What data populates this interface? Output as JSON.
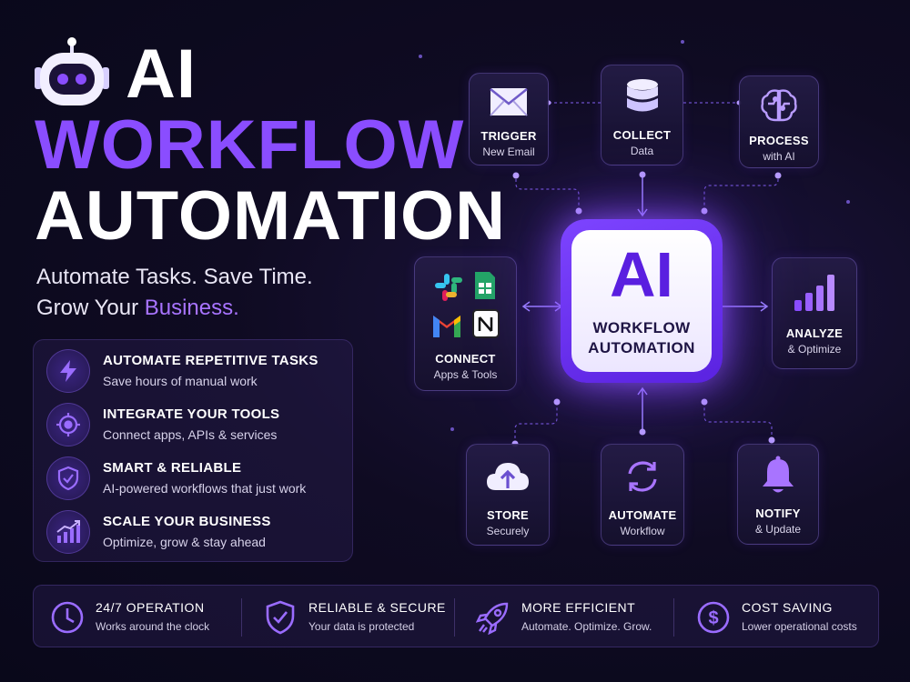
{
  "hero": {
    "title_line1": "AI",
    "title_line2": "WORKFLOW",
    "title_line3": "AUTOMATION",
    "tagline_part1": "Automate Tasks. Save Time.",
    "tagline_part2": "Grow Your ",
    "tagline_accent": "Business."
  },
  "features": [
    {
      "icon": "lightning-icon",
      "title": "AUTOMATE REPETITIVE TASKS",
      "subtitle": "Save hours of manual work"
    },
    {
      "icon": "target-icon",
      "title": "INTEGRATE YOUR TOOLS",
      "subtitle": "Connect apps, APIs & services"
    },
    {
      "icon": "shield-check-icon",
      "title": "SMART & RELIABLE",
      "subtitle": "AI-powered workflows that just work"
    },
    {
      "icon": "growth-chart-icon",
      "title": "SCALE YOUR BUSINESS",
      "subtitle": "Optimize, grow & stay ahead"
    }
  ],
  "diagram": {
    "center": {
      "title": "AI",
      "line1": "WORKFLOW",
      "line2": "AUTOMATION"
    },
    "nodes": {
      "trigger": {
        "icon": "envelope-icon",
        "title": "TRIGGER",
        "subtitle": "New Email"
      },
      "collect": {
        "icon": "database-icon",
        "title": "COLLECT",
        "subtitle": "Data"
      },
      "process": {
        "icon": "brain-icon",
        "title": "PROCESS",
        "subtitle": "with AI"
      },
      "connect": {
        "icon": "app-logos-icon",
        "title": "CONNECT",
        "subtitle": "Apps & Tools"
      },
      "analyze": {
        "icon": "bar-chart-icon",
        "title": "ANALYZE",
        "subtitle": "& Optimize"
      },
      "store": {
        "icon": "cloud-upload-icon",
        "title": "STORE",
        "subtitle": "Securely"
      },
      "automate": {
        "icon": "sync-icon",
        "title": "AUTOMATE",
        "subtitle": "Workflow"
      },
      "notify": {
        "icon": "bell-icon",
        "title": "NOTIFY",
        "subtitle": "& Update"
      }
    }
  },
  "benefits": [
    {
      "icon": "clock-icon",
      "title": "24/7 OPERATION",
      "subtitle": "Works around the clock"
    },
    {
      "icon": "shield-check-icon",
      "title": "RELIABLE & SECURE",
      "subtitle": "Your data is protected"
    },
    {
      "icon": "rocket-icon",
      "title": "MORE EFFICIENT",
      "subtitle": "Automate. Optimize. Grow."
    },
    {
      "icon": "dollar-coin-icon",
      "title": "COST SAVING",
      "subtitle": "Lower operational costs"
    }
  ],
  "colors": {
    "accent": "#8a4dff",
    "accent_light": "#a874ff",
    "background": "#0f0b22",
    "card": "#1e1740"
  }
}
